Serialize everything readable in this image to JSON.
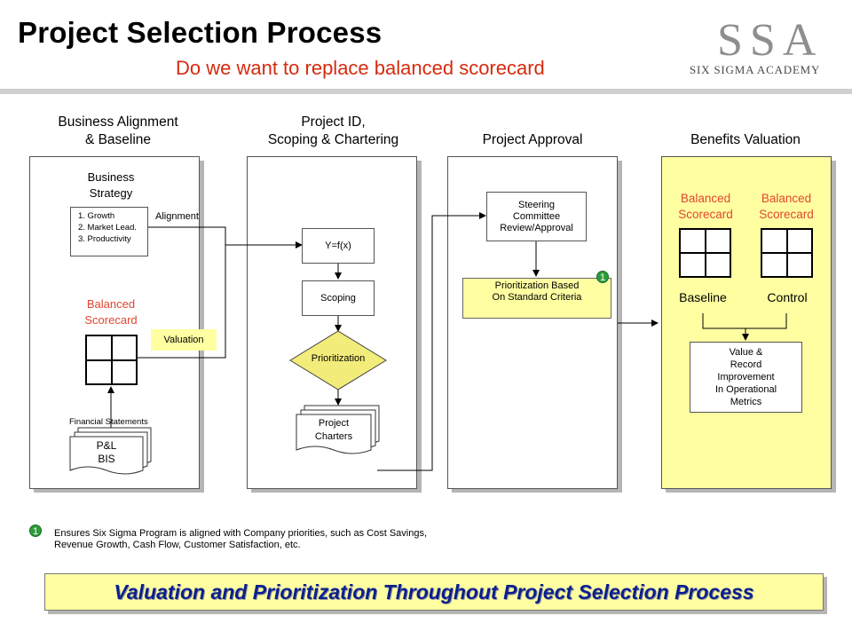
{
  "header": {
    "title": "Project Selection Process",
    "subtitle": "Do we want to replace balanced scorecard",
    "logo_main": "SSA",
    "logo_sub": "SIX SIGMA ACADEMY"
  },
  "columns": {
    "col1": {
      "line1": "Business Alignment",
      "line2": "& Baseline"
    },
    "col2": {
      "line1": "Project ID,",
      "line2": "Scoping & Chartering"
    },
    "col3": {
      "line1": "Project Approval"
    },
    "col4": {
      "line1": "Benefits Valuation"
    }
  },
  "panel1": {
    "strategy_line1": "Business",
    "strategy_line2": "Strategy",
    "strategy_items": [
      "1. Growth",
      "2. Market Lead.",
      "3. Productivity"
    ],
    "bs_line1": "Balanced",
    "bs_line2": "Scorecard",
    "financial_label": "Financial Statements",
    "doc_line1": "P&L",
    "doc_line2": "BIS"
  },
  "connectors": {
    "alignment": "Alignment",
    "valuation": "Valuation"
  },
  "panel2": {
    "yfx": "Y=f(x)",
    "scoping": "Scoping",
    "prioritization": "Prioritization",
    "charters_line1": "Project",
    "charters_line2": "Charters"
  },
  "panel3": {
    "steering_line1": "Steering",
    "steering_line2": "Committee",
    "steering_line3": "Review/Approval",
    "prio_line1": "Prioritization Based",
    "prio_line2": "On Standard Criteria",
    "badge": "1"
  },
  "panel4": {
    "bs1_line1": "Balanced",
    "bs1_line2": "Scorecard",
    "bs2_line1": "Balanced",
    "bs2_line2": "Scorecard",
    "baseline": "Baseline",
    "control": "Control",
    "value_line1": "Value &",
    "value_line2": "Record",
    "value_line3": "Improvement",
    "value_line4": "In Operational",
    "value_line5": "Metrics"
  },
  "note": {
    "badge": "1",
    "line1": "Ensures Six Sigma Program is aligned with Company priorities, such as Cost Savings,",
    "line2": "Revenue  Growth, Cash Flow, Customer Satisfaction, etc."
  },
  "footer": {
    "text": "Valuation and Prioritization Throughout Project Selection Process"
  },
  "colors": {
    "title": "#000000",
    "subtitle": "#d52b0e",
    "accent_red": "#e3452f",
    "yellow": "#ffffa2",
    "diamond": "#f2ec7a",
    "footer_text": "#0b1f8e",
    "badge": "#2e9c3d"
  }
}
